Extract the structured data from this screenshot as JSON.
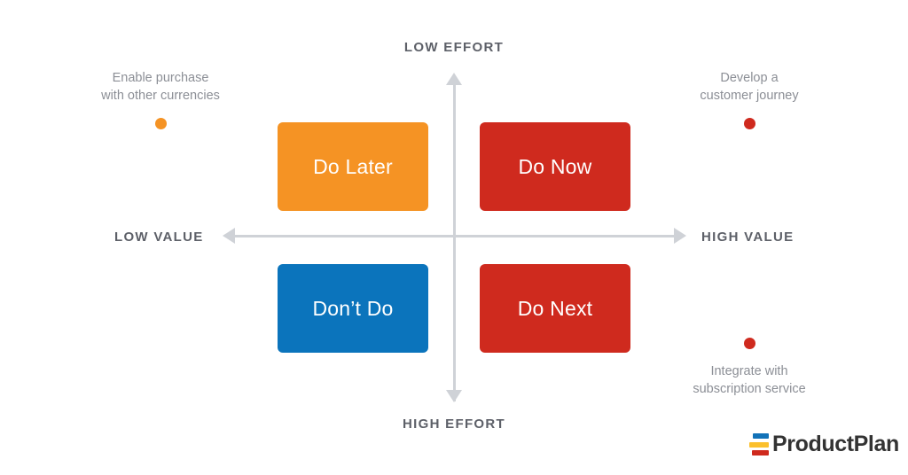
{
  "diagram": {
    "type": "value-vs-effort prioritization matrix",
    "axes": {
      "top_label": "LOW EFFORT",
      "bottom_label": "HIGH EFFORT",
      "left_label": "LOW VALUE",
      "right_label": "HIGH VALUE"
    },
    "quadrants": [
      {
        "id": "do-later",
        "label": "Do Later",
        "color": "#f59324",
        "position": "top-left"
      },
      {
        "id": "do-now",
        "label": "Do Now",
        "color": "#cf2a1e",
        "position": "top-right"
      },
      {
        "id": "dont-do",
        "label": "Don’t Do",
        "color": "#0b74bc",
        "position": "bottom-left"
      },
      {
        "id": "do-next",
        "label": "Do Next",
        "color": "#cf2a1e",
        "position": "bottom-right"
      }
    ],
    "annotations": [
      {
        "id": "enable-purchase",
        "caption": "Enable purchase\nwith other currencies",
        "dot_color": "#f59324",
        "dot_position": "below-caption"
      },
      {
        "id": "develop-journey",
        "caption": "Develop a\ncustomer journey",
        "dot_color": "#cf2a1e",
        "dot_position": "below-caption"
      },
      {
        "id": "integrate-subscription",
        "caption": "Integrate with\nsubscription service",
        "dot_color": "#cf2a1e",
        "dot_position": "above-caption"
      }
    ],
    "arrows": {
      "up": "arrow-up-icon",
      "down": "arrow-down-icon",
      "left": "arrow-left-icon",
      "right": "arrow-right-icon"
    }
  },
  "branding": {
    "logo_text": "ProductPlan",
    "logo_bar_colors": [
      "#1272b8",
      "#fbc02d",
      "#cf2a1e"
    ]
  },
  "colors": {
    "orange": "#f59324",
    "red": "#cf2a1e",
    "blue": "#0b74bc",
    "axis_gray": "#cfd2d7",
    "label_gray": "#5d6068",
    "caption_gray": "#8c8f96"
  }
}
